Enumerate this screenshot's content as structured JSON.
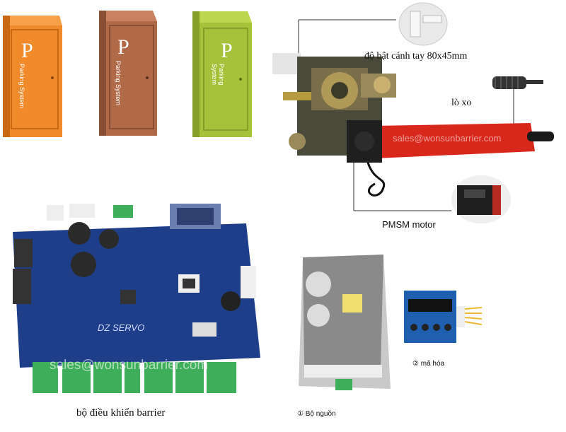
{
  "barrier_cabinets": [
    {
      "letter": "P",
      "text": "Parking System",
      "color": "#f08a2a",
      "shade": "#c96812",
      "top": "#f6a04a"
    },
    {
      "letter": "P",
      "text": "Parking System",
      "color": "#b06a48",
      "shade": "#8a4e34",
      "top": "#c88262"
    },
    {
      "letter": "P",
      "text": "Parking System",
      "color": "#a6c23a",
      "shade": "#84a028",
      "top": "#bcd650"
    }
  ],
  "mechanism": {
    "label_arm": "độ bật cánh tay 80x45mm",
    "label_spring": "lò xo",
    "label_motor": "PMSM motor",
    "watermark": "sales@wonsunbarrier.com"
  },
  "controller": {
    "board_text": "DZ SERVO",
    "watermark": "sales@wonsunbarrier.com",
    "caption": "bộ điều khiển barrier"
  },
  "power_supply": {
    "caption": "① Bộ nguồn"
  },
  "encoder": {
    "caption": "② mã hóa"
  },
  "colors": {
    "board_blue": "#1f3e8a",
    "terminal_green": "#3fae5a",
    "arm_red": "#d8281c"
  }
}
